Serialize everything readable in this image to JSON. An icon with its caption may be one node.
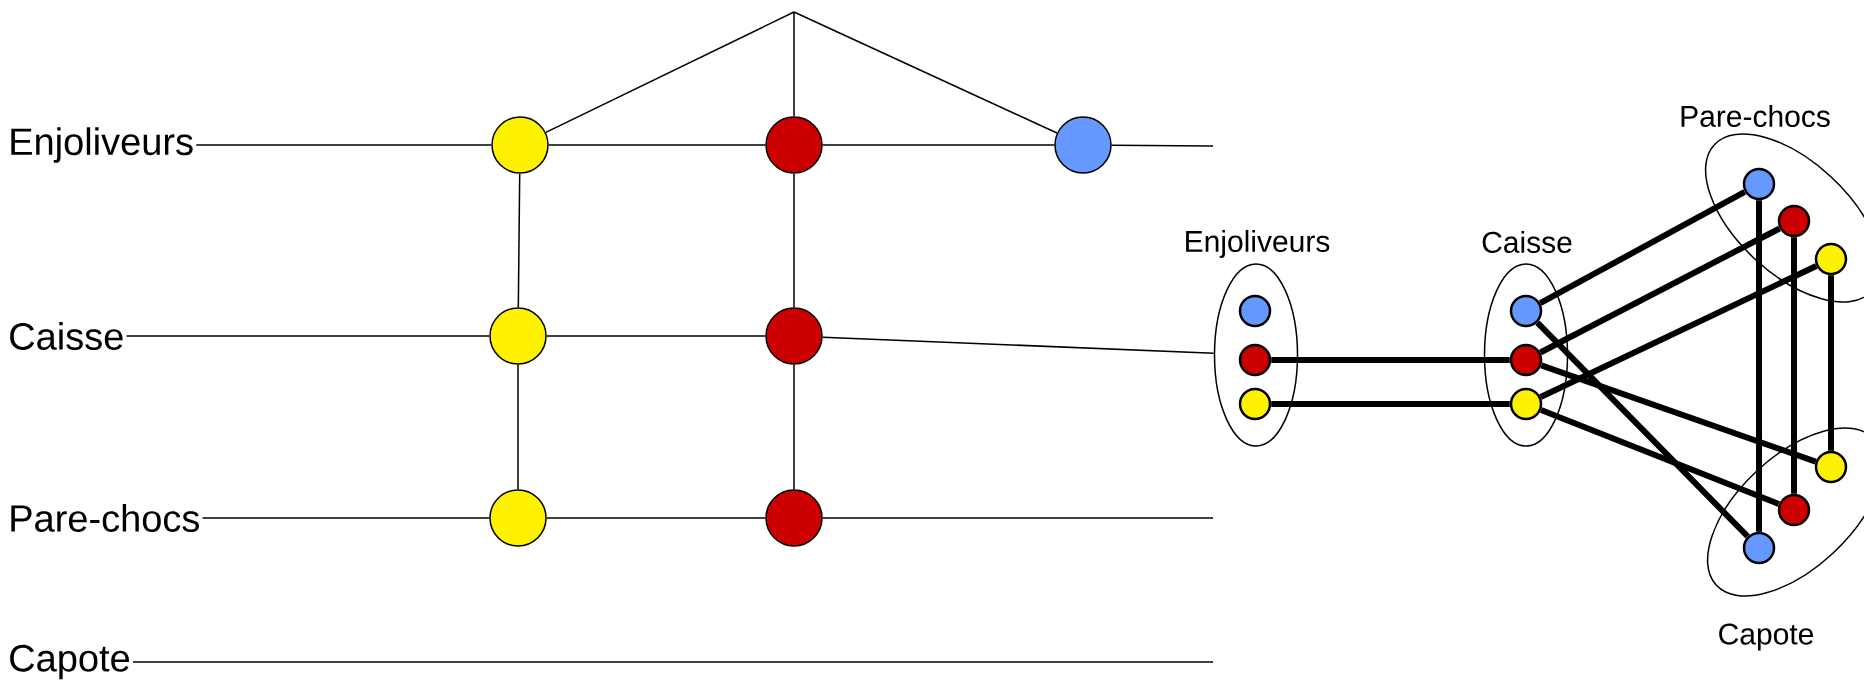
{
  "diagram": {
    "nodes": [
      {
        "text": [
          "Enjoliveurs"
        ]
      },
      {
        "text": [],
        "shape": "circle"
      },
      {
        "text": [],
        "shape": "circle"
      },
      {
        "text": [],
        "shape": "circle"
      },
      {
        "text": [
          "Caisse"
        ]
      },
      {
        "text": [],
        "shape": "circle"
      },
      {
        "text": [],
        "shape": "circle"
      },
      {
        "text": [
          "Pare-chocs"
        ]
      },
      {
        "text": [],
        "shape": "circle"
      },
      {
        "text": [],
        "shape": "circle"
      },
      {
        "text": [
          "Capote"
        ]
      },
      {
        "text": [
          "Enjoliveurs"
        ]
      },
      {
        "text": [],
        "shape": "circle",
        "in": 11
      },
      {
        "text": [],
        "shape": "circle",
        "in": 11
      },
      {
        "text": [],
        "shape": "circle",
        "in": 11
      },
      {
        "text": [
          "Caisse"
        ]
      },
      {
        "text": [],
        "shape": "circle",
        "in": 15
      },
      {
        "text": [],
        "shape": "circle",
        "in": 15
      },
      {
        "text": [],
        "shape": "circle",
        "in": 15
      },
      {
        "text": [
          "Pare-chocs"
        ]
      },
      {
        "text": [],
        "shape": "circle",
        "in": 19
      },
      {
        "text": [],
        "shape": "circle",
        "in": 19
      },
      {
        "text": [],
        "shape": "circle",
        "in": 19
      },
      {
        "text": [
          "Capote"
        ]
      },
      {
        "text": [],
        "shape": "circle",
        "in": 23
      },
      {
        "text": [],
        "shape": "circle",
        "in": 23
      },
      {
        "text": [],
        "shape": "circle",
        "in": 23
      }
    ],
    "edges": [
      {
        "from": 0,
        "to": 1,
        "arrow": "none"
      },
      {
        "from": 1,
        "to": 2,
        "arrow": "none"
      },
      {
        "from": 2,
        "to": 3,
        "arrow": "none"
      },
      {
        "from": 3,
        "to": null,
        "arrow": "none"
      },
      {
        "from": 4,
        "to": 5,
        "arrow": "none"
      },
      {
        "from": 5,
        "to": 6,
        "arrow": "none"
      },
      {
        "from": 6,
        "to": 11,
        "arrow": "none"
      },
      {
        "from": 7,
        "to": 8,
        "arrow": "none"
      },
      {
        "from": 8,
        "to": 9,
        "arrow": "none"
      },
      {
        "from": 9,
        "to": null,
        "arrow": "none"
      },
      {
        "from": 10,
        "to": null,
        "arrow": "none"
      },
      {
        "from": 1,
        "to": 5,
        "arrow": "none"
      },
      {
        "from": 5,
        "to": 8,
        "arrow": "none"
      },
      {
        "from": 2,
        "to": 6,
        "arrow": "none"
      },
      {
        "from": 6,
        "to": 9,
        "arrow": "none"
      },
      {
        "from": null,
        "to": 1,
        "arrow": "none"
      },
      {
        "from": null,
        "to": 2,
        "arrow": "none"
      },
      {
        "from": null,
        "to": 3,
        "arrow": "none"
      },
      {
        "from": 13,
        "to": 17,
        "arrow": "none",
        "style": "thick"
      },
      {
        "from": 14,
        "to": 18,
        "arrow": "none",
        "style": "thick"
      },
      {
        "from": 16,
        "to": 20,
        "arrow": "none",
        "style": "thick"
      },
      {
        "from": 17,
        "to": 21,
        "arrow": "none",
        "style": "thick"
      },
      {
        "from": 18,
        "to": 22,
        "arrow": "none",
        "style": "thick"
      },
      {
        "from": 16,
        "to": 26,
        "arrow": "none",
        "style": "thick"
      },
      {
        "from": 17,
        "to": 24,
        "arrow": "none",
        "style": "thick"
      },
      {
        "from": 18,
        "to": 25,
        "arrow": "none",
        "style": "thick"
      },
      {
        "from": 20,
        "to": 26,
        "arrow": "none",
        "style": "thick"
      },
      {
        "from": 21,
        "to": 25,
        "arrow": "none",
        "style": "thick"
      },
      {
        "from": 22,
        "to": 24,
        "arrow": "none",
        "style": "thick"
      }
    ]
  }
}
